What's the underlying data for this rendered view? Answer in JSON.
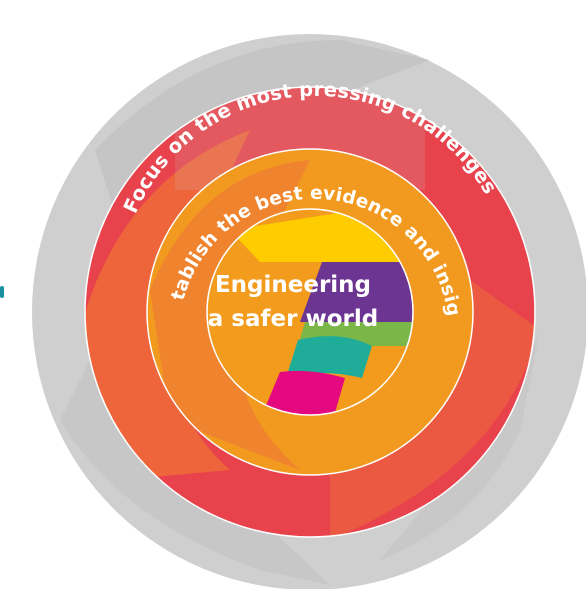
{
  "diagram": {
    "center": {
      "line1": "Engineering",
      "line2": "a safer world"
    },
    "middle_ring": {
      "label": "Establish the best evidence and insight"
    },
    "outer_ring": {
      "label": "Focus on the most pressing challenges"
    }
  },
  "colors": {
    "outer_band_grey": "#cfcfcf",
    "outer_band_grey_dark": "#bdbdbd",
    "outer_ring_red": "#e8434c",
    "outer_ring_orange": "#ee6b3a",
    "middle_ring_orange": "#f29a20",
    "core_orange": "#f39b1c",
    "segment_yellow": "#ffcc00",
    "segment_purple": "#6d3592",
    "segment_green": "#7ab648",
    "segment_teal": "#1fad99",
    "segment_magenta": "#e5097f",
    "edge_dot_teal": "#1a8fa0",
    "ring_stroke": "#ffffff",
    "label_text": "#ffffff"
  },
  "icons": {
    "edge_mark": "teal-edge-marker"
  }
}
